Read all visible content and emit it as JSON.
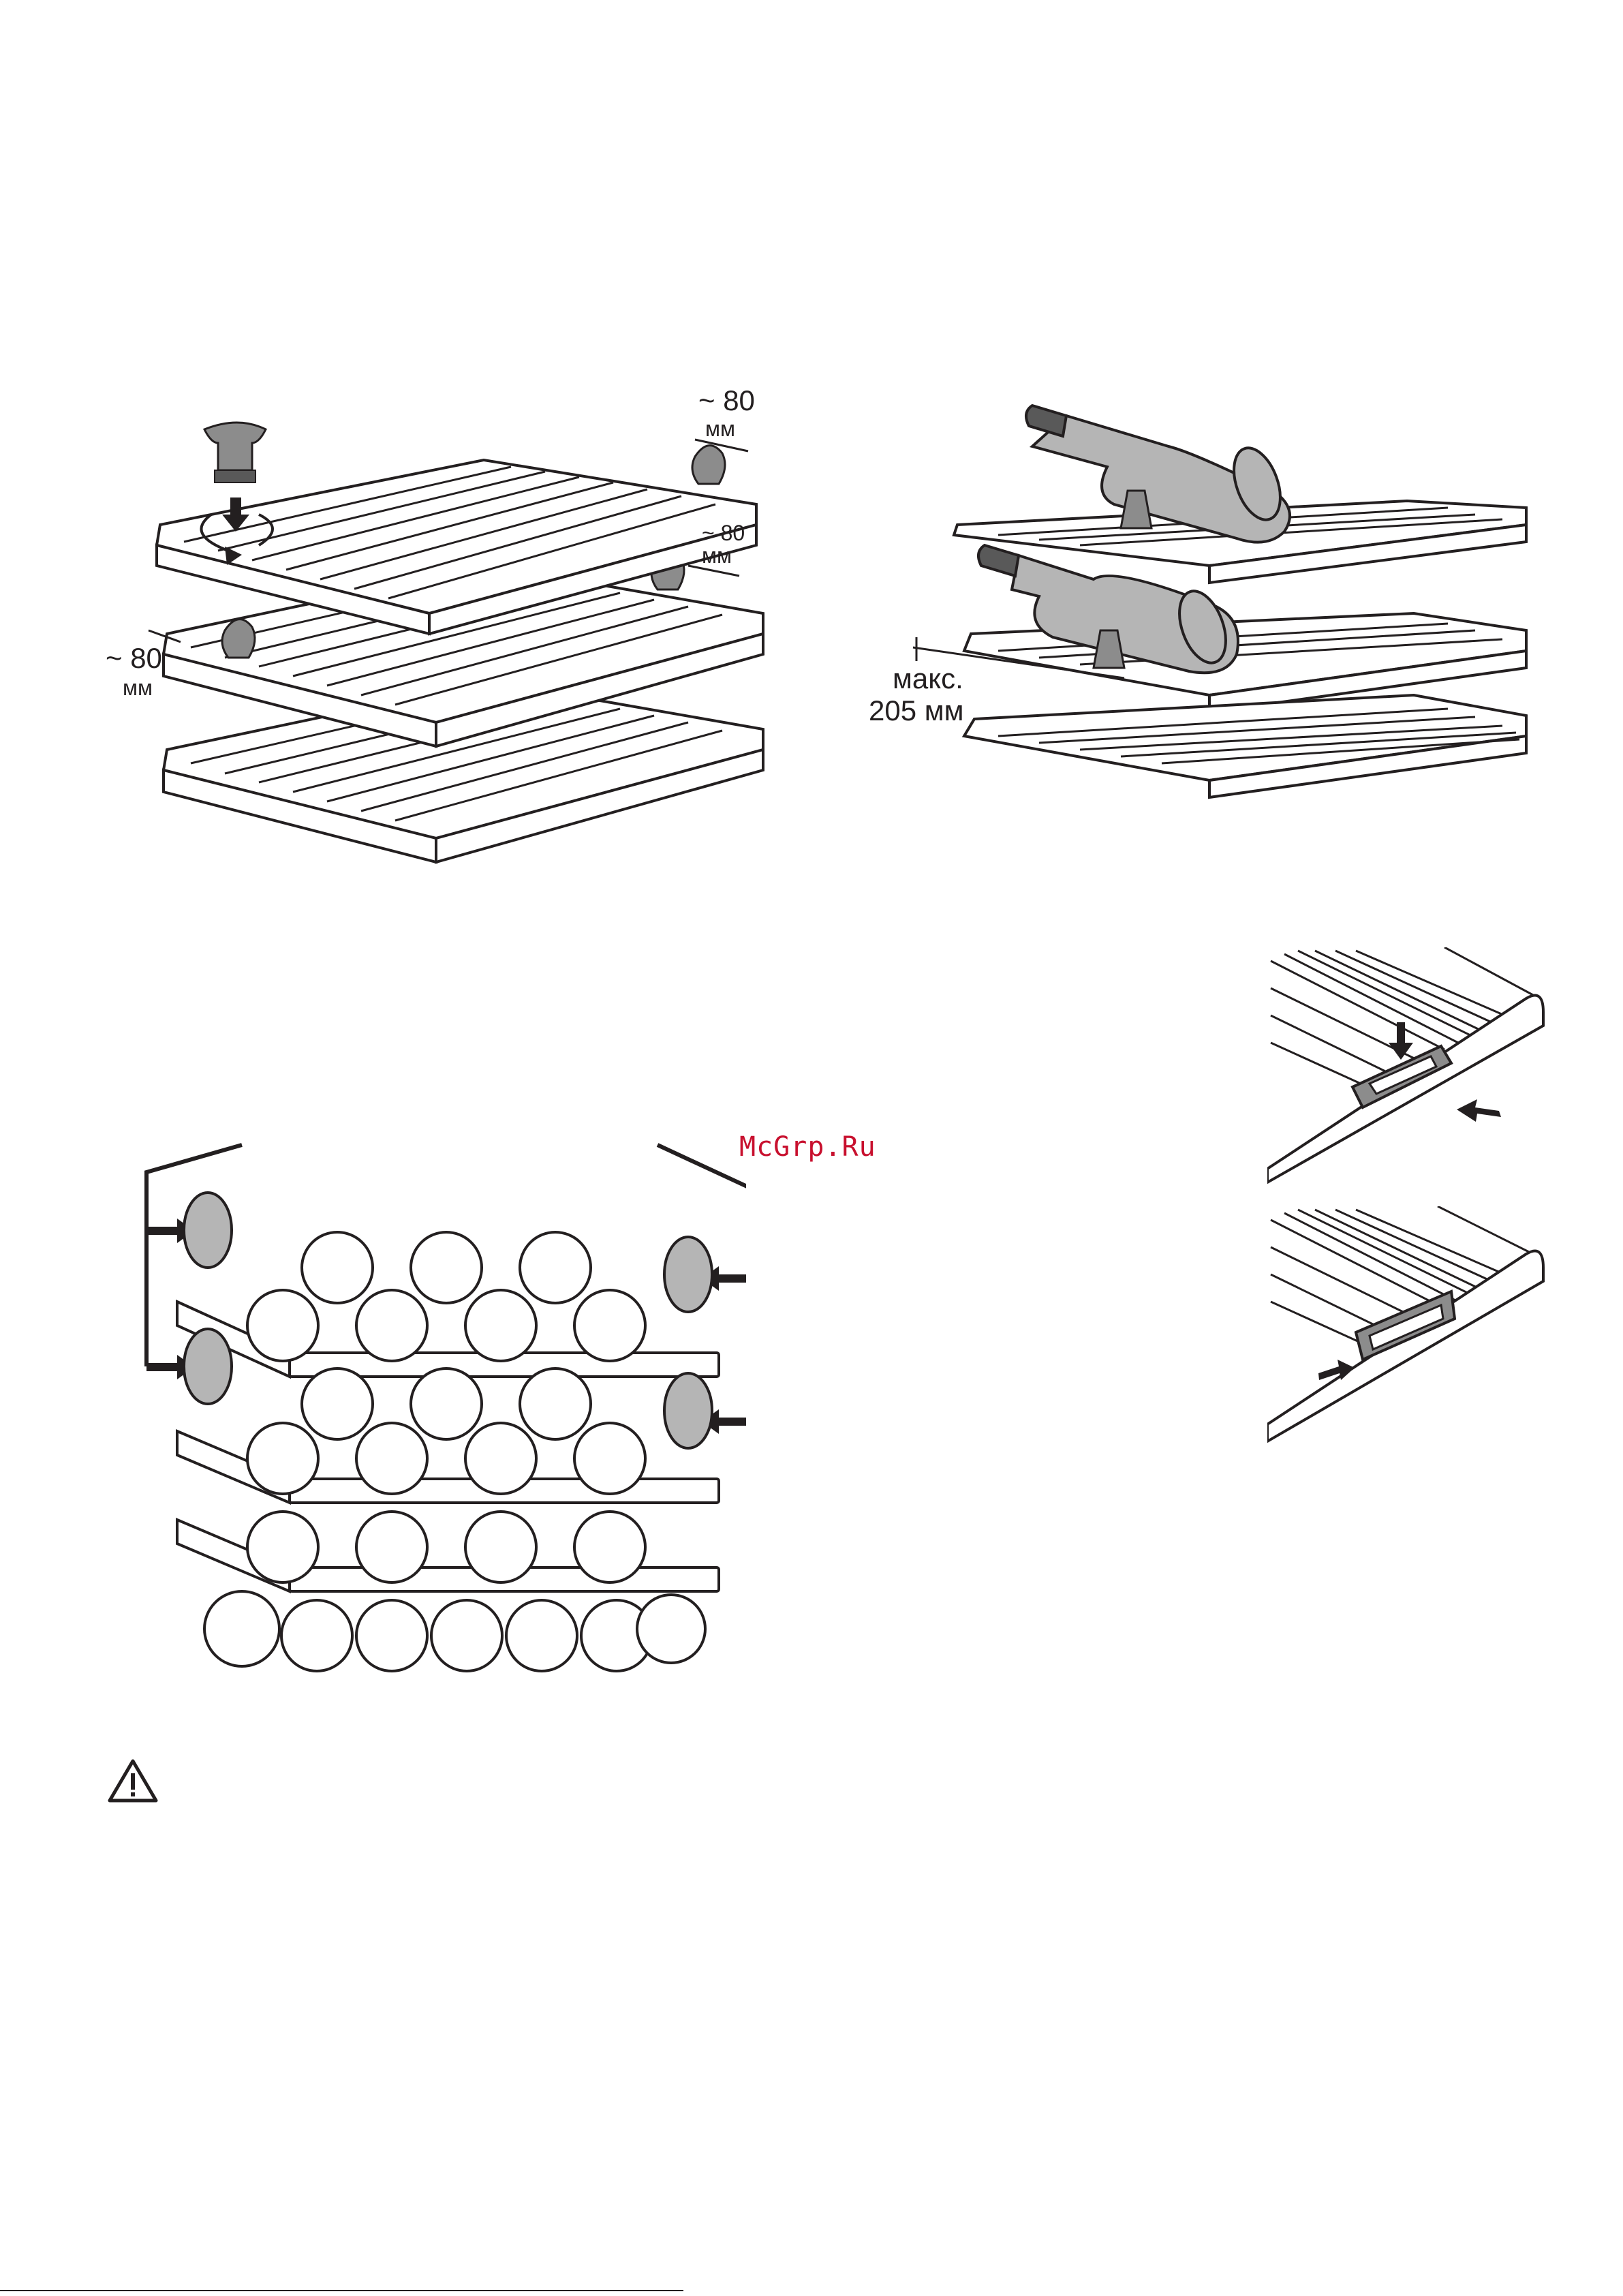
{
  "figures": {
    "shelf_supports": {
      "label_top_right": "~ 80",
      "label_top_right_unit": "мм",
      "label_mid_right": "~ 80",
      "label_mid_right_unit": "мм",
      "label_left": "~ 80",
      "label_left_unit": "мм"
    },
    "bottle_spacing": {
      "label_max": "макс.",
      "label_max_value": "205 мм"
    }
  },
  "watermark": {
    "text": "McGrp.Ru",
    "color": "#c8102e"
  },
  "colors": {
    "ink": "#231f20",
    "support_gray": "#8c8c8c",
    "bottle_gray": "#b5b5b5"
  },
  "icons": {
    "warning": "warning-triangle-icon"
  }
}
